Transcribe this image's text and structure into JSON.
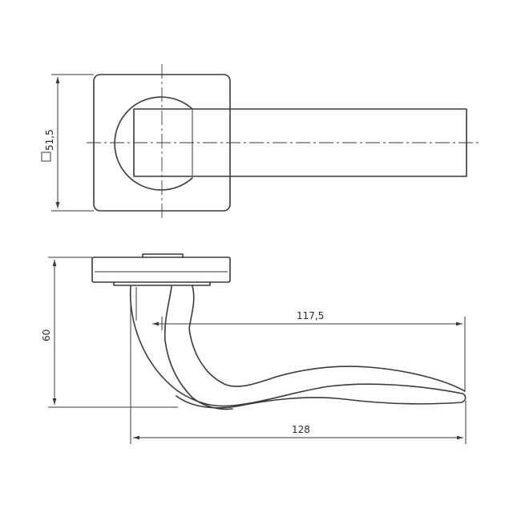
{
  "dimensions": {
    "rose_size": "51,5",
    "height": "60",
    "lever_length": "117,5",
    "total_length": "128"
  },
  "symbols": {
    "square_symbol": "square-symbol"
  }
}
